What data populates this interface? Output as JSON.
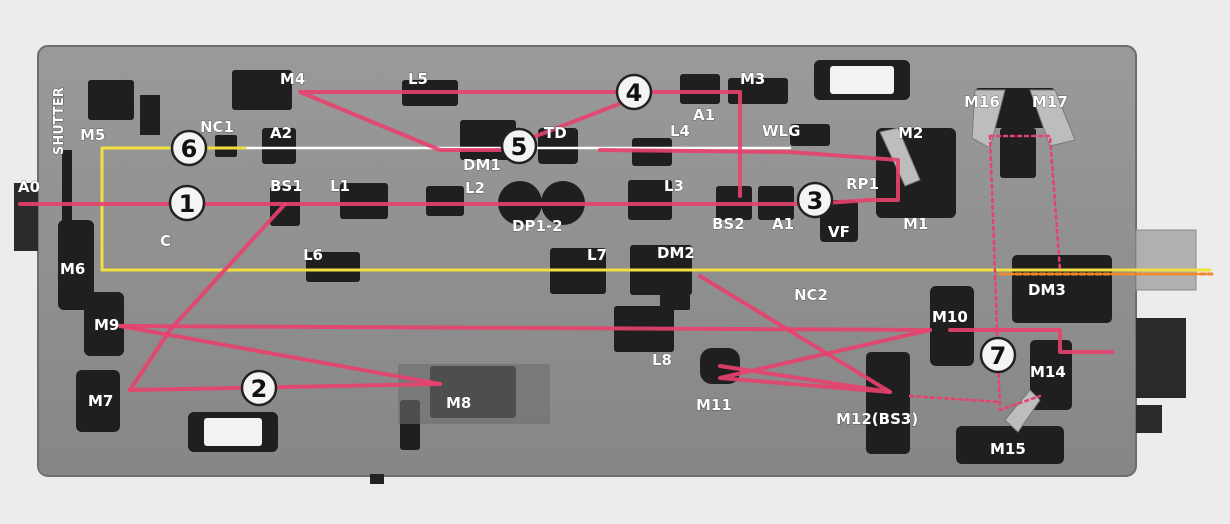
{
  "labels": {
    "shutter": "SHUTTER",
    "a0": "A0",
    "m5": "M5",
    "m4": "M4",
    "nc1": "NC1",
    "a2": "A2",
    "l5": "L5",
    "l4": "L4",
    "a1_top": "A1",
    "m3": "M3",
    "wlg": "WLG",
    "m2": "M2",
    "m16": "M16",
    "m17": "M17",
    "td": "TD",
    "dm1": "DM1",
    "bs1": "BS1",
    "l1": "L1",
    "l2": "L2",
    "dp12": "DP1-2",
    "l3": "L3",
    "bs2": "BS2",
    "a1_mid": "A1",
    "vf": "VF",
    "rp1": "RP1",
    "m1": "M1",
    "c": "C",
    "m6": "M6",
    "l6": "L6",
    "l7": "L7",
    "dm2": "DM2",
    "nc2": "NC2",
    "dm3": "DM3",
    "m9": "M9",
    "m10": "M10",
    "l8": "L8",
    "m7": "M7",
    "m8": "M8",
    "m11": "M11",
    "m12": "M12(BS3)",
    "m14": "M14",
    "m15": "M15"
  },
  "beam_numbers": {
    "n1": "1",
    "n2": "2",
    "n3": "3",
    "n4": "4",
    "n5": "5",
    "n6": "6",
    "n7": "7"
  },
  "colors": {
    "beam_pump": "#e8416e",
    "beam_probe": "#f0e040",
    "beam_white": "#ffffff",
    "beam_orange": "#f08a30",
    "breadboard": "#8e8e8e",
    "mount": "#1e1e1e"
  }
}
